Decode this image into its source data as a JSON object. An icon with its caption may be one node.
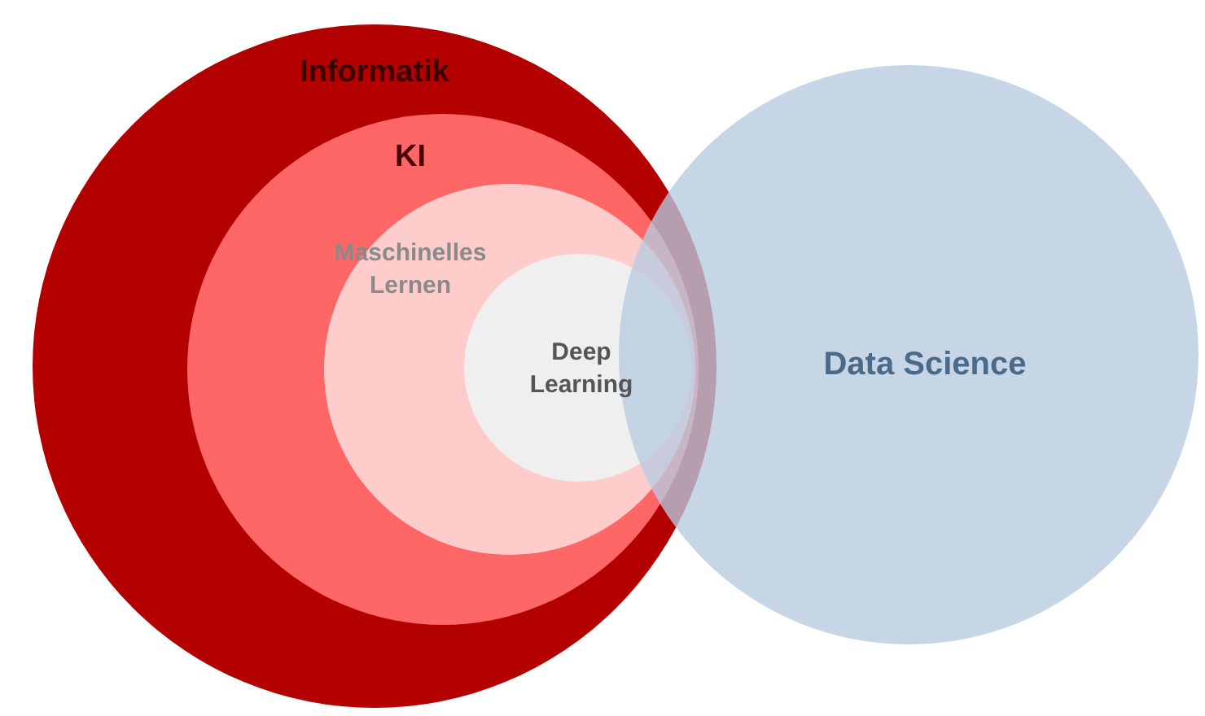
{
  "diagram": {
    "nodes": [
      {
        "text": [
          "Informatik"
        ]
      },
      {
        "text": [
          "KI"
        ],
        "in": 0
      },
      {
        "text": [
          "Maschinelles Lernen"
        ],
        "in": 1
      },
      {
        "text": [
          "Deep Learning"
        ],
        "in": 2
      },
      {
        "text": [
          "Data Science"
        ]
      }
    ]
  }
}
